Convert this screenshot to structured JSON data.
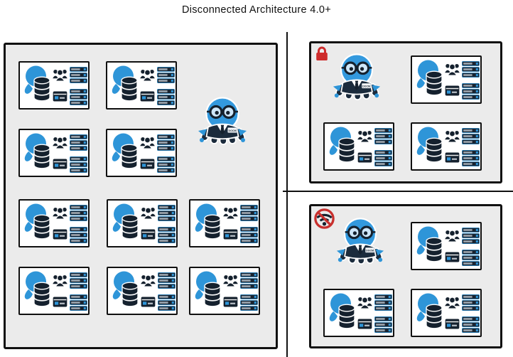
{
  "title": "Disconnected Architecture 4.0+",
  "mascot": {
    "badge_label": "DOCM"
  },
  "panels": {
    "main": {
      "node_count": 10,
      "has_mascot": true,
      "status_icon": ""
    },
    "locked": {
      "node_count": 3,
      "has_mascot": true,
      "status_icon": "lock"
    },
    "offline": {
      "node_count": 3,
      "has_mascot": true,
      "status_icon": "no-wifi"
    }
  },
  "node_icon_names": [
    "octopus-logo",
    "database",
    "users-group",
    "server-rack",
    "license-card",
    "server-rack"
  ],
  "colors": {
    "octopus_blue": "#2E95D8",
    "head_blue": "#3399DE",
    "dark_navy": "#1B2B3C",
    "icon_dark": "#15212E",
    "panel_gray": "#EBEBEB",
    "alert_red": "#CE2C2C",
    "border_black": "#101010"
  }
}
